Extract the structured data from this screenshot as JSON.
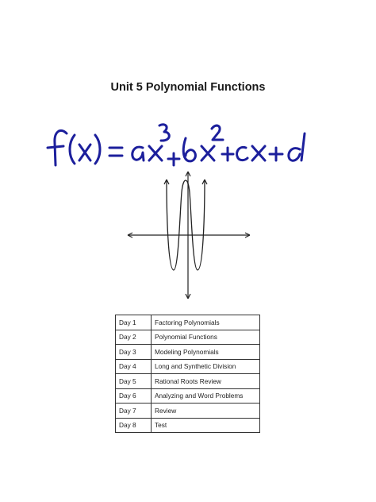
{
  "page": {
    "title": "Unit 5 Polynomial Functions",
    "formula": "f(x) = ax³+bx²+cx+d",
    "formula_color": "#1c1f9c"
  },
  "schedule": [
    {
      "day": "Day 1",
      "topic": "Factoring Polynomials"
    },
    {
      "day": "Day 2",
      "topic": "Polynomial Functions"
    },
    {
      "day": "Day 3",
      "topic": "Modeling Polynomials"
    },
    {
      "day": "Day 4",
      "topic": "Long and Synthetic Division"
    },
    {
      "day": "Day 5",
      "topic": "Rational Roots Review"
    },
    {
      "day": "Day 6",
      "topic": "Analyzing and Word Problems"
    },
    {
      "day": "Day 7",
      "topic": "Review"
    },
    {
      "day": "Day 8",
      "topic": "Test"
    }
  ]
}
